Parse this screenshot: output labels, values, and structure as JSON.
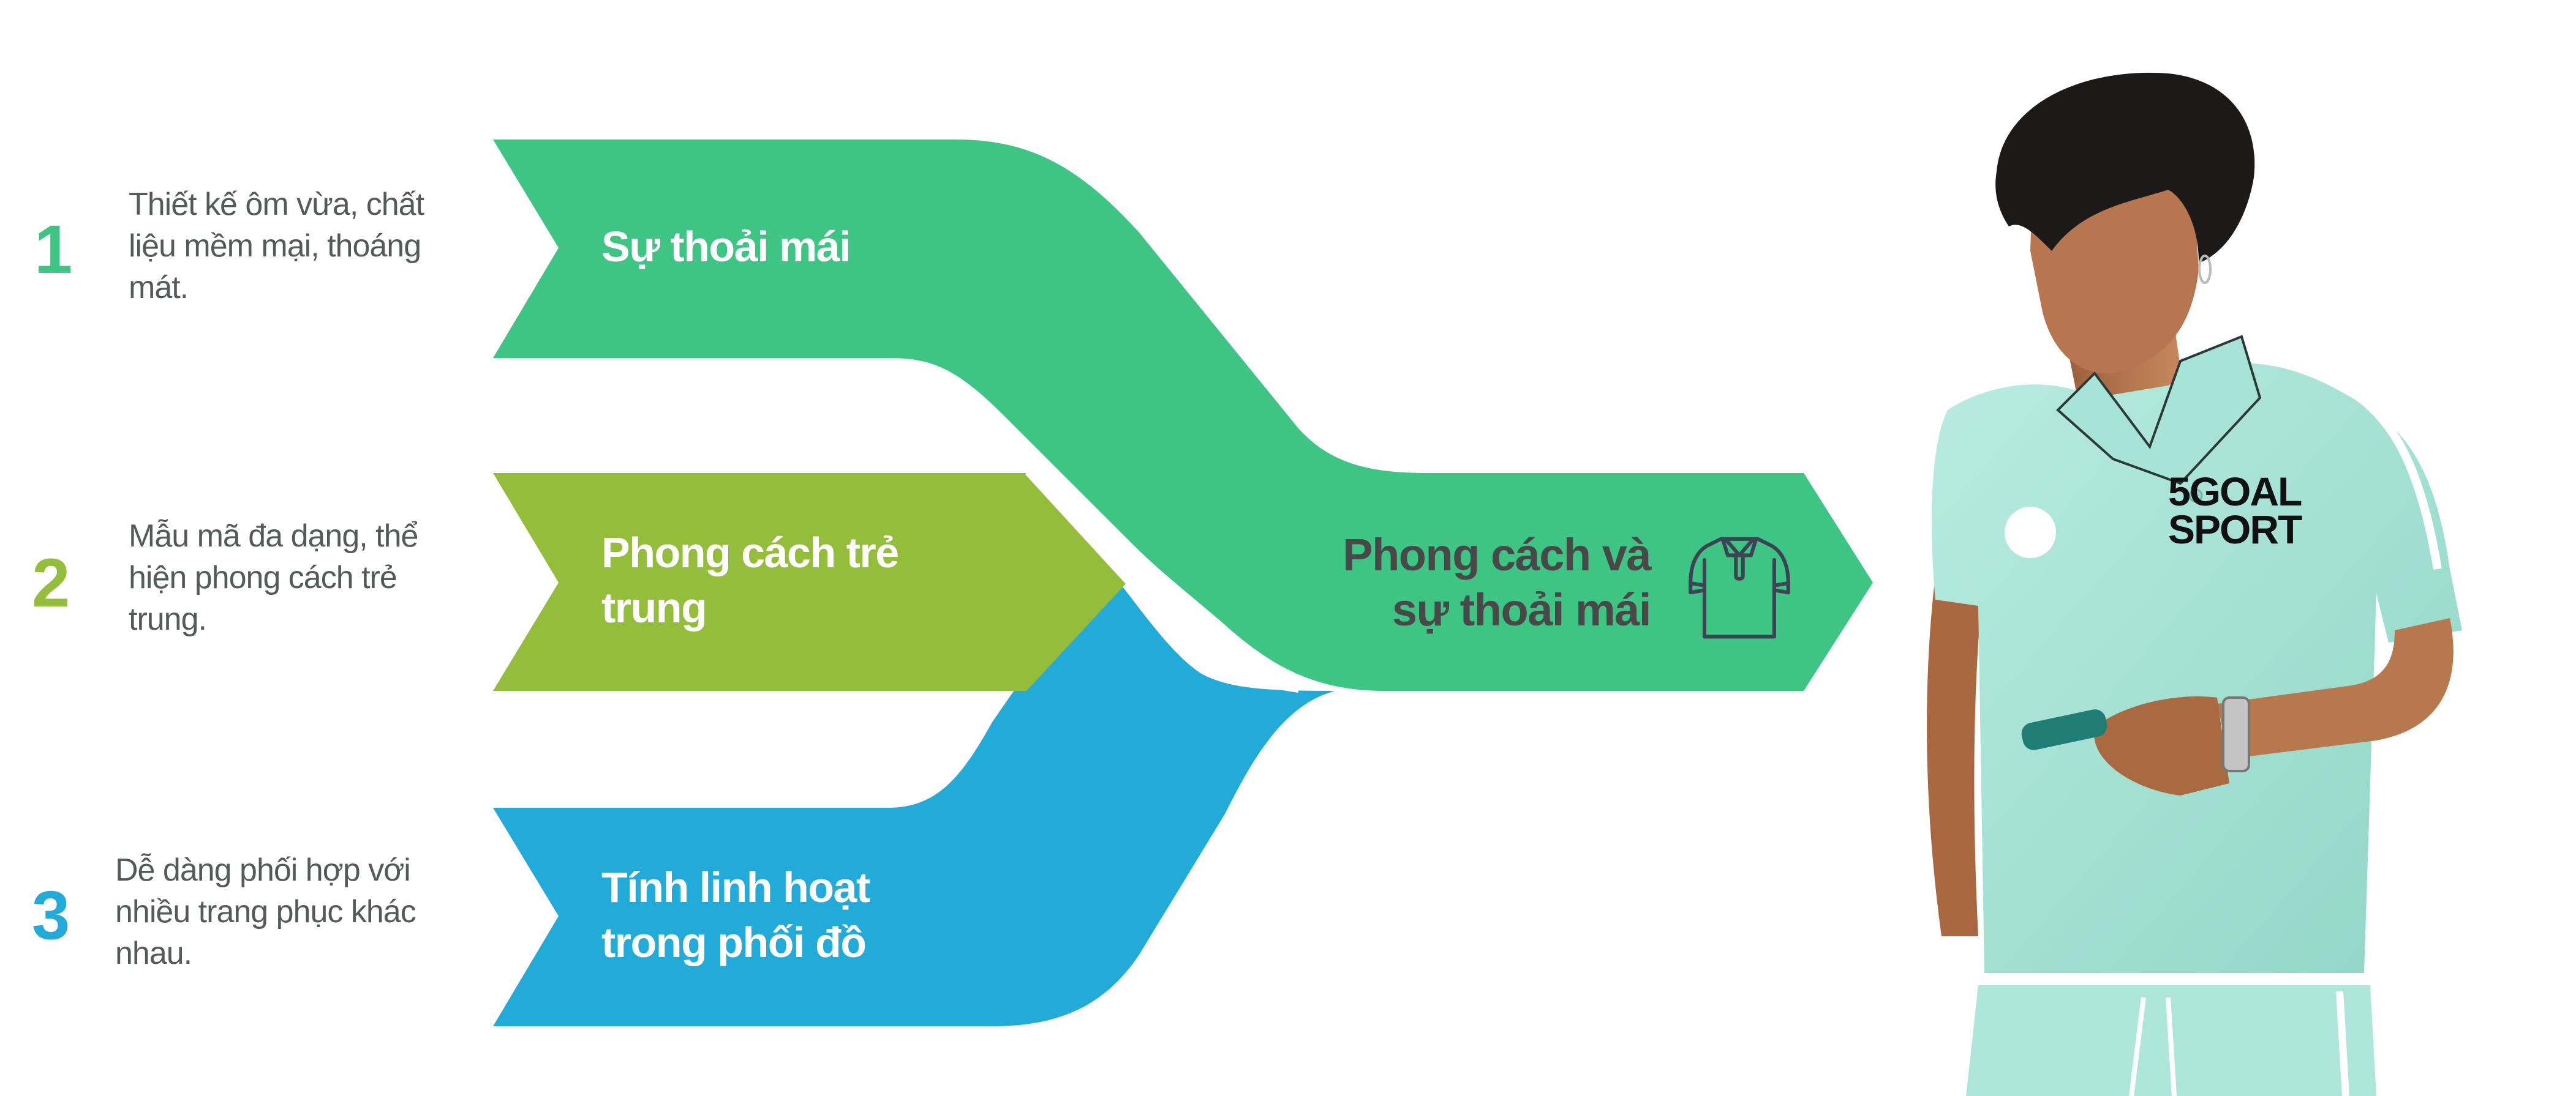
{
  "colors": {
    "green": "#3ec584",
    "lime": "#93bd3b",
    "blue": "#22aad8",
    "text_gray": "#555a57",
    "label_dark": "#484848",
    "icon_stroke": "#3b4354",
    "shirt_mint": "#a9e4d8"
  },
  "steps": [
    {
      "number": "1",
      "description": "Thiết kế ôm vừa, chất liệu mềm mại, thoáng mát.",
      "label": "Sự thoải mái",
      "color": "green"
    },
    {
      "number": "2",
      "description": "Mẫu mã đa dạng, thể hiện phong cách trẻ trung.",
      "label": "Phong cách trẻ trung",
      "color": "lime"
    },
    {
      "number": "3",
      "description": "Dễ dàng phối hợp với nhiều trang phục khác nhau.",
      "label": "Tính linh hoạt trong phối đồ",
      "color": "blue"
    }
  ],
  "result": {
    "label_line1": "Phong cách và",
    "label_line2": "sự thoải mái",
    "icon": "polo-shirt-icon"
  },
  "model_image": {
    "description": "Man wearing mint polo shirt holding a phone",
    "brand_line1": "5GOAL",
    "brand_line2": "SPORT"
  }
}
